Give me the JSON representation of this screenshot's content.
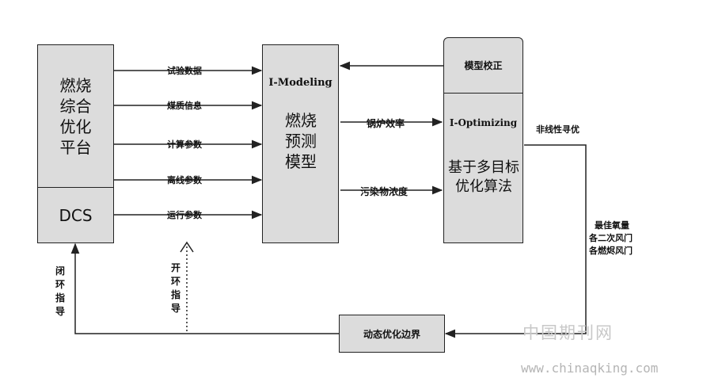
{
  "platform": {
    "title": "燃烧综合优化平台",
    "dcs": "DCS"
  },
  "modeling": {
    "tag": "I-Modeling",
    "title": "燃烧预测模型"
  },
  "optimizing": {
    "tag": "I-Optimizing",
    "title": "基于多目标优化算法"
  },
  "calibration": {
    "title": "模型校正"
  },
  "boundary": {
    "title": "动态优化边界"
  },
  "inputs": [
    "试验数据",
    "煤质信息",
    "计算参数",
    "离线参数",
    "运行参数"
  ],
  "outputs": [
    "锅炉效率",
    "污染物浓度"
  ],
  "search": "非线性寻优",
  "results": [
    "最佳氧量",
    "各二次风门",
    "各燃烬风门"
  ],
  "closed_loop": "闭环指导",
  "open_loop": "开环指导",
  "watermark": {
    "cn": "中国期刊网",
    "url": "www.chinaqking.com"
  }
}
